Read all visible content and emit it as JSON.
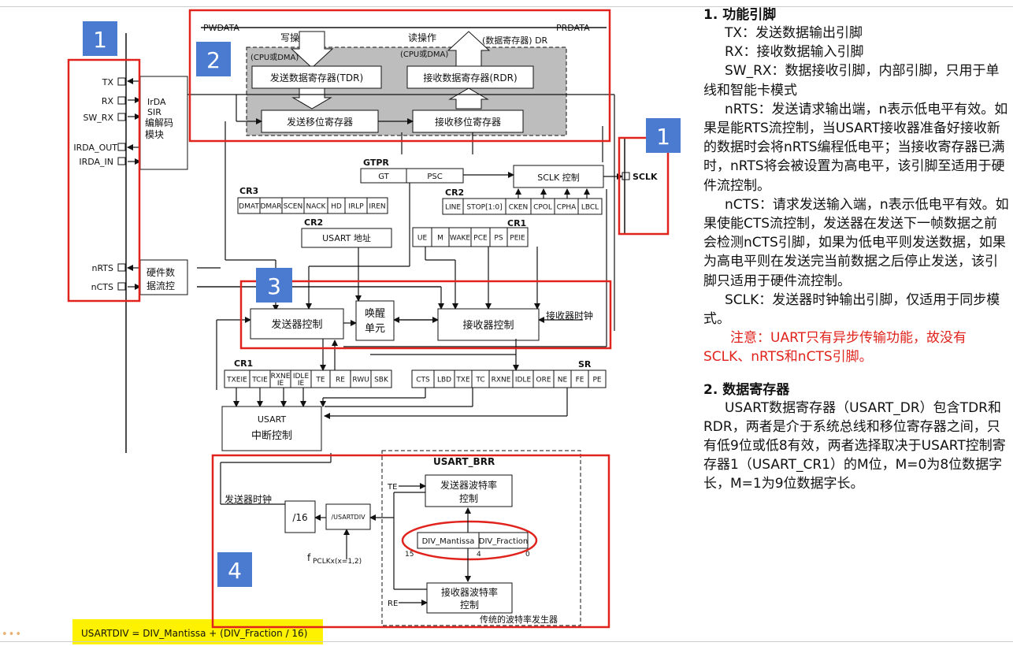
{
  "labels": {
    "pwdata": "PWDATA",
    "prdata": "PRDATA",
    "write_op": "写操作",
    "read_op": "读操作",
    "dr_reg": "(数据寄存器) DR",
    "cpu_dma_1": "(CPU或DMA)",
    "cpu_dma_2": "(CPU或DMA)",
    "tdr": "发送数据寄存器(TDR)",
    "rdr": "接收数据寄存器(RDR)",
    "tx_shift": "发送移位寄存器",
    "rx_shift": "接收移位寄存器",
    "irda1": "IrDA",
    "irda2": "SIR",
    "irda3": "编解码",
    "irda4": "模块",
    "gtpr": "GTPR",
    "gt": "GT",
    "psc": "PSC",
    "sclk_ctrl": "SCLK 控制",
    "sclk": "SCLK",
    "cr3": "CR3",
    "cr2a": "CR2",
    "cr2b": "CR2",
    "cr1a": "CR1",
    "cr1b": "CR1",
    "sr": "SR",
    "usart_addr": "USART 地址",
    "hw1": "硬件数",
    "hw2": "据流控",
    "tx_ctrl": "发送器控制",
    "wake1": "唤醒",
    "wake2": "单元",
    "rx_ctrl": "接收器控制",
    "rx_clock": "接收器时钟",
    "int1": "USART",
    "int2": "中断控制",
    "usart_brr": "USART_BRR",
    "tx_clock": "发送器时钟",
    "div16": "/16",
    "usartdiv": "/USARTDIV",
    "te_in": "TE",
    "re_in": "RE",
    "tx_baud1": "发送器波特率",
    "tx_baud2": "控制",
    "rx_baud1": "接收器波特率",
    "rx_baud2": "控制",
    "div_mantissa": "DIV_Mantissa",
    "div_fraction": "DIV_Fraction",
    "bit15": "15",
    "bit4": "4",
    "bit0": "0",
    "fpclk": "f",
    "fpclk_sub": "PCLKx(x=1,2)",
    "baud_gen": "传统的波特率发生器",
    "formula": "USARTDIV = DIV_Mantissa + (DIV_Fraction / 16)",
    "badge1": "1",
    "badge2": "2",
    "badge3": "3",
    "badge4": "4",
    "badge1b": "1"
  },
  "pins": [
    "TX",
    "RX",
    "SW_RX",
    "IRDA_OUT",
    "IRDA_IN",
    "nRTS",
    "nCTS"
  ],
  "cr3_bits": [
    "DMAT",
    "DMAR",
    "SCEN",
    "NACK",
    "HD",
    "IRLP",
    "IREN"
  ],
  "cr2_bits": [
    "LINE",
    "STOP[1:0]",
    "CKEN",
    "CPOL",
    "CPHA",
    "LBCL"
  ],
  "cr1_top_bits": [
    "UE",
    "M",
    "WAKE",
    "PCE",
    "PS",
    "PEIE"
  ],
  "cr1_bits": [
    "TXEIE",
    "TCIE",
    "RXNE IE",
    "IDLE IE",
    "TE",
    "RE",
    "RWU",
    "SBK"
  ],
  "sr_bits": [
    "CTS",
    "LBD",
    "TXE",
    "TC",
    "RXNE",
    "IDLE",
    "ORE",
    "NE",
    "FE",
    "PE"
  ],
  "panel": {
    "h1": "1. 功能引脚",
    "tx": "TX：发送数据输出引脚",
    "rx": "RX：接收数据输入引脚",
    "swrx": "SW_RX：数据接收引脚，内部引脚，只用于单线和智能卡模式",
    "nrts": "nRTS：发送请求输出端，n表示低电平有效。如果是能RTS流控制，当USART接收器准备好接收新的数据时会将nRTS编程低电平；当接收寄存器已满时，nRTS将会被设置为高电平，该引脚至适用于硬件流控制。",
    "ncts": "nCTS：请求发送输入端，n表示低电平有效。如果使能CTS流控制，发送器在发送下一帧数据之前会检测nCTS引脚，如果为低电平则发送数据，如果为高电平则在发送完当前数据之后停止发送，该引脚只适用于硬件流控制。",
    "sclk": "SCLK：发送器时钟输出引脚，仅适用于同步模式。",
    "note": "注意：UART只有异步传输功能，故没有SCLK、nRTS和nCTS引脚。",
    "h2": "2. 数据寄存器",
    "dr": "USART数据寄存器（USART_DR）包含TDR和RDR，两者是介于系统总线和移位寄存器之间，只有低9位或低8有效，两者选择取决于USART控制寄存器1（USART_CR1）的M位，M=0为8位数据字长，M=1为9位数据字长。"
  },
  "colors": {
    "highlight": "#e0231c",
    "badge": "#4a7bd0",
    "formula_bg": "#fff200"
  }
}
